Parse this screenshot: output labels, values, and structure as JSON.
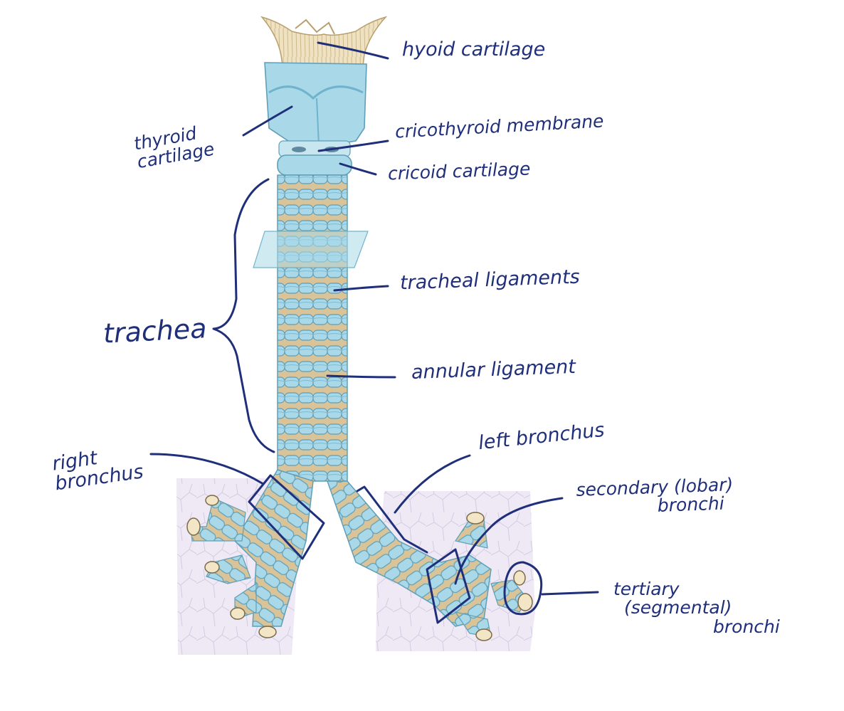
{
  "labels": {
    "hyoid": "hyoid cartilage",
    "thyroid_line1": "thyroid",
    "thyroid_line2": "cartilage",
    "cricothyroid": "cricothyroid membrane",
    "cricoid": "cricoid cartilage",
    "tracheal_ligaments": "tracheal ligaments",
    "trachea": "trachea",
    "annular": "annular ligament",
    "left_bronchus": "left bronchus",
    "right_line1": "right",
    "right_line2": "bronchus",
    "secondary_line1": "secondary (lobar)",
    "secondary_line2": "bronchi",
    "tertiary_line1": "tertiary",
    "tertiary_line2": "(segmental)",
    "tertiary_line3": "bronchi"
  },
  "colors": {
    "ink": "#1f2f7a",
    "cartilage": "#a9d8e8",
    "cartilage_dark": "#6fb4cc",
    "ligament": "#d9c49a",
    "lung": "#ece7f3"
  }
}
